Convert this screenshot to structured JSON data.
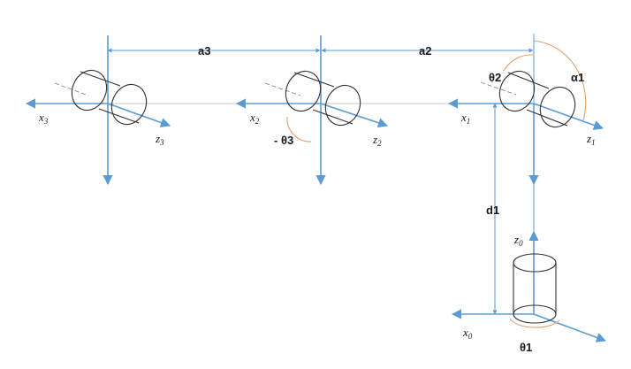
{
  "link_params": {
    "a3": "a3",
    "a2": "a2",
    "d1": "d1"
  },
  "joint_angles": {
    "theta1": "θ1",
    "theta2": "θ2",
    "theta3": "- θ3",
    "alpha1": "α1"
  },
  "frames": {
    "x3": {
      "main": "x",
      "sub": "3"
    },
    "z3": {
      "main": "z",
      "sub": "3"
    },
    "x2": {
      "main": "x",
      "sub": "2"
    },
    "z2": {
      "main": "z",
      "sub": "2"
    },
    "x1": {
      "main": "x",
      "sub": "1"
    },
    "z1": {
      "main": "z",
      "sub": "1"
    },
    "x0": {
      "main": "x",
      "sub": "0"
    },
    "z0": {
      "main": "z",
      "sub": "0"
    }
  },
  "colors": {
    "axis": "#5b9bd5",
    "joint_arc": "#e0a070",
    "body": "#333333"
  }
}
